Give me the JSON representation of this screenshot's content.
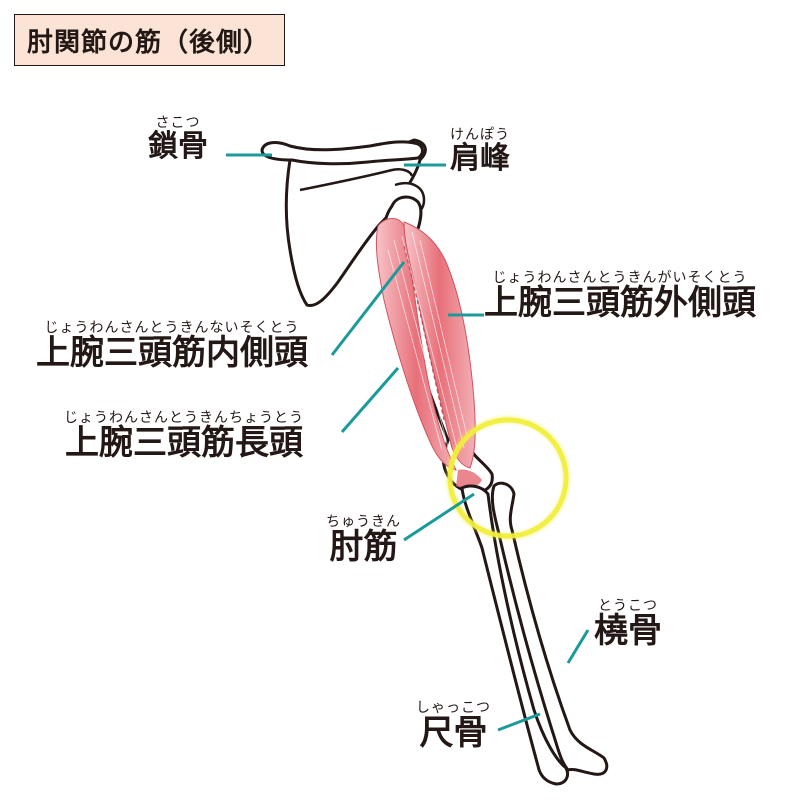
{
  "title": "肘関節の筋（後側）",
  "colors": {
    "title_bg": "#fbe4d5",
    "leader_line": "#1a9a9a",
    "muscle": "#e8707a",
    "highlight": "#f2ee3a",
    "bone_stroke": "#231815"
  },
  "labels": {
    "clavicle": {
      "ruby": "さこつ",
      "text": "鎖骨"
    },
    "acromion": {
      "ruby": "けんぽう",
      "text": "肩峰"
    },
    "triceps_lateral": {
      "ruby": "じょうわんさんとうきんがいそくとう",
      "text": "上腕三頭筋外側頭"
    },
    "triceps_medial": {
      "ruby": "じょうわんさんとうきんないそくとう",
      "text": "上腕三頭筋内側頭"
    },
    "triceps_long": {
      "ruby": "じょうわんさんとうきんちょうとう",
      "text": "上腕三頭筋長頭"
    },
    "anconeus": {
      "ruby": "ちゅうきん",
      "text": "肘筋"
    },
    "radius": {
      "ruby": "とうこつ",
      "text": "橈骨"
    },
    "ulna": {
      "ruby": "しゃっこつ",
      "text": "尺骨"
    }
  }
}
